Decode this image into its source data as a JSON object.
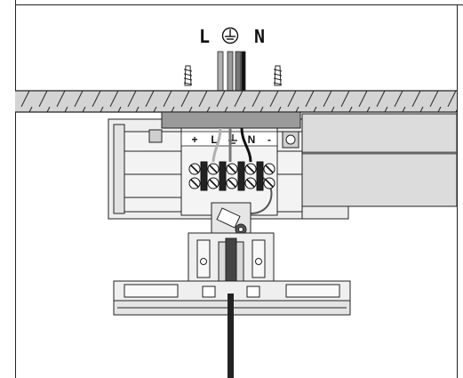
{
  "supply_labels": {
    "line": "L",
    "neutral": "N"
  },
  "terminal_labels": [
    "+",
    "L",
    "N",
    "-"
  ],
  "icons": {
    "earth_symbol": "protective-earth-icon",
    "terminal_earth": "protective-earth-icon",
    "screws": "wood-screw-icon"
  },
  "colors": {
    "ceiling": "#d4d4d4",
    "hatch": "#333333",
    "housing": "#ececec",
    "rail": "#d9d9d9",
    "wire_line": "#b0b0b0",
    "wire_earth": "#777777",
    "wire_neutral": "#111111",
    "outline": "#222222"
  }
}
